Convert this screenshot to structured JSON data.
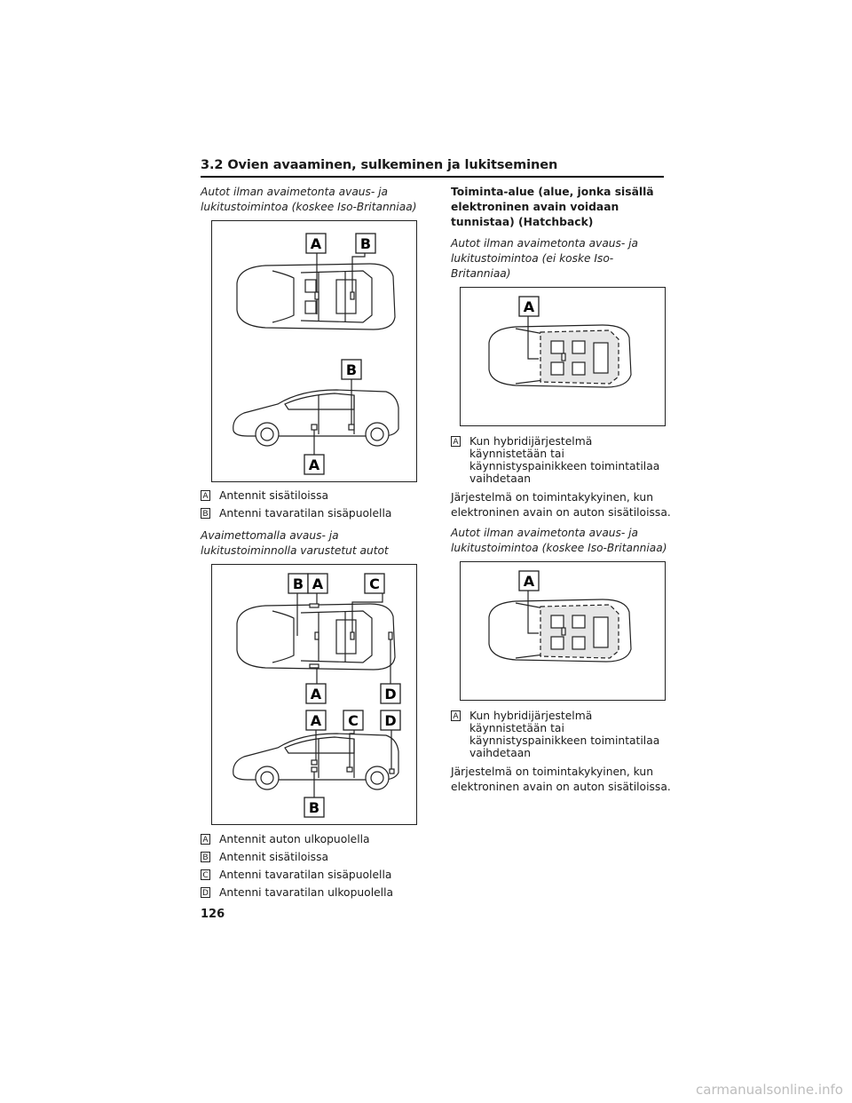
{
  "header": {
    "section_title": "3.2  Ovien avaaminen, sulkeminen ja lukitseminen"
  },
  "left": {
    "note1": "Autot ilman avaimetonta avaus- ja lukitustoimintoa (koskee Iso-Britanniaa)",
    "figure1": {
      "labels": [
        "A",
        "B",
        "B",
        "A"
      ]
    },
    "legend1": [
      {
        "key": "A",
        "text": "Antennit sisätiloissa"
      },
      {
        "key": "B",
        "text": "Antenni tavaratilan sisäpuolella"
      }
    ],
    "note2": "Avaimettomalla avaus- ja lukitustoiminnolla varustetut autot",
    "figure2": {
      "labels": [
        "B",
        "A",
        "C",
        "A",
        "D",
        "A",
        "C",
        "D",
        "B"
      ]
    },
    "legend2": [
      {
        "key": "A",
        "text": "Antennit auton ulkopuolella"
      },
      {
        "key": "B",
        "text": "Antennit sisätiloissa"
      },
      {
        "key": "C",
        "text": "Antenni tavaratilan sisäpuolella"
      },
      {
        "key": "D",
        "text": "Antenni tavaratilan ulkopuolella"
      }
    ]
  },
  "right": {
    "heading": "Toiminta-alue (alue, jonka sisällä elektroninen avain voidaan tunnistaa) (Hatchback)",
    "note1": "Autot ilman avaimetonta avaus- ja lukitustoimintoa (ei koske Iso-Britanniaa)",
    "figure1": {
      "labels": [
        "A"
      ]
    },
    "legend1": [
      {
        "key": "A",
        "text": "Kun hybridijärjestelmä käynnistetään tai käynnistyspainikkeen toimintatilaa vaihdetaan"
      }
    ],
    "para1": "Järjestelmä on toimintakykyinen, kun elektroninen avain on auton sisätiloissa.",
    "note2": "Autot ilman avaimetonta avaus- ja lukitustoimintoa (koskee Iso-Britanniaa)",
    "figure2": {
      "labels": [
        "A"
      ]
    },
    "legend2": [
      {
        "key": "A",
        "text": "Kun hybridijärjestelmä käynnistetään tai käynnistyspainikkeen toimintatilaa vaihdetaan"
      }
    ],
    "para2": "Järjestelmä on toimintakykyinen, kun elektroninen avain on auton sisätiloissa."
  },
  "footer": {
    "page_number": "126",
    "watermark": "carmanualsonline.info"
  }
}
